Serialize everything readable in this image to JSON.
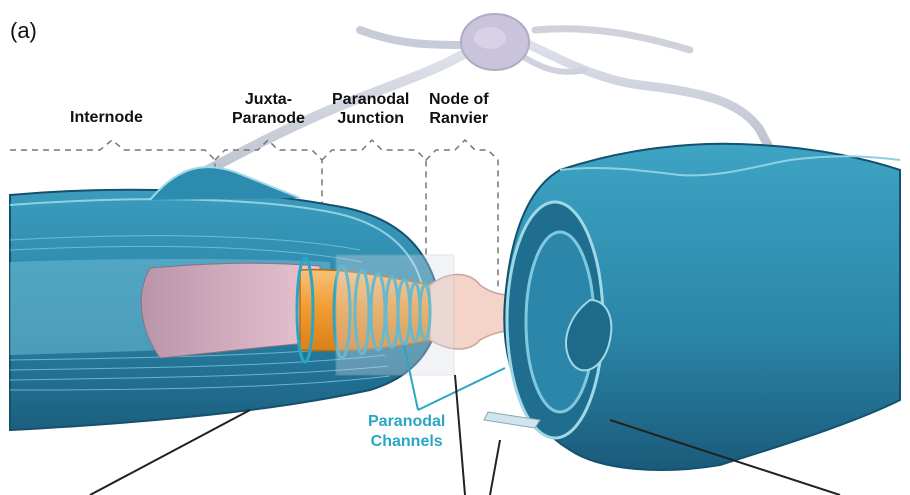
{
  "figure": {
    "panel_label": "(a)",
    "labels": {
      "internode": "Internode",
      "juxtaparanode_line1": "Juxta-",
      "juxtaparanode_line2": "Paranode",
      "paranodal_junction_line1": "Paranodal",
      "paranodal_junction_line2": "Junction",
      "node_of_ranvier_line1": "Node of",
      "node_of_ranvier_line2": "Ranvier",
      "paranodal_channels_line1": "Paranodal",
      "paranodal_channels_line2": "Channels"
    },
    "colors": {
      "myelin": "#2f8fb0",
      "myelin_dark": "#1d6a8a",
      "myelin_light": "#9fd8e6",
      "axon": "#f2a13a",
      "axon_internode": "#c9a3b6",
      "node": "#f6d7cf",
      "oligodendrocyte": "#c8ccd8",
      "callout_text": "#2aa6c4",
      "dashed_bracket": "#777777"
    }
  }
}
